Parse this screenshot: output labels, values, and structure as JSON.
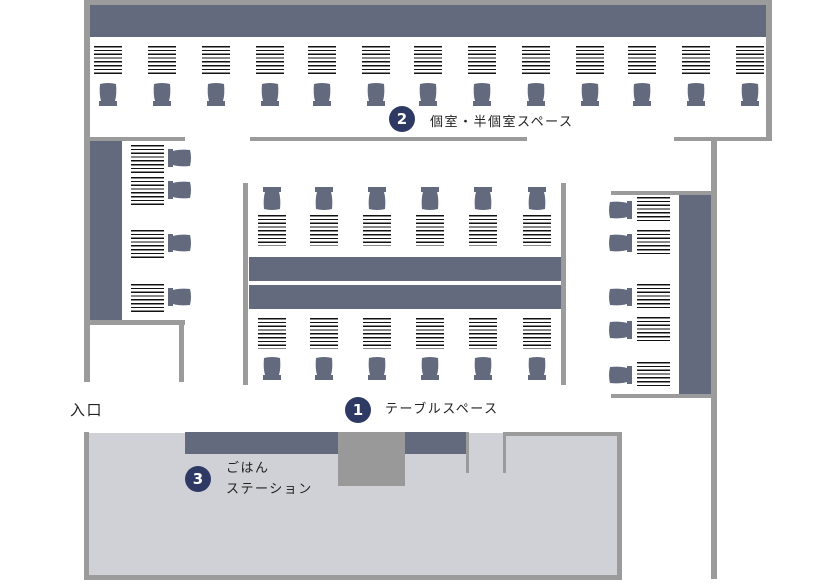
{
  "colors": {
    "wall": "#9b9b9b",
    "furniture": "#636a7e",
    "badge": "#2e3a63",
    "station_floor": "#d0d1d6"
  },
  "entrance": {
    "label": "入口"
  },
  "areas": [
    {
      "number": "1",
      "label": "テーブルスペース"
    },
    {
      "number": "2",
      "label": "個室・半個室スペース"
    },
    {
      "number": "3",
      "label_line1": "ごはん",
      "label_line2": "ステーション"
    }
  ]
}
